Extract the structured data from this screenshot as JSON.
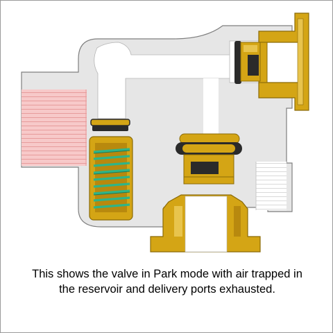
{
  "caption": {
    "line1": "This shows the valve in Park mode with air trapped in",
    "line2": "the reservoir and delivery ports exhausted."
  },
  "colors": {
    "body": "#e6e6e6",
    "outline": "#7f7f7f",
    "brass": "#d4a515",
    "brass_dark": "#8a6a08",
    "spring": "#2fb487",
    "seal": "#2a2a2a",
    "thread_red": "#f7c9c9",
    "air_passage": "#ffffff"
  },
  "icons": {
    "diagram": "valve-cross-section"
  }
}
